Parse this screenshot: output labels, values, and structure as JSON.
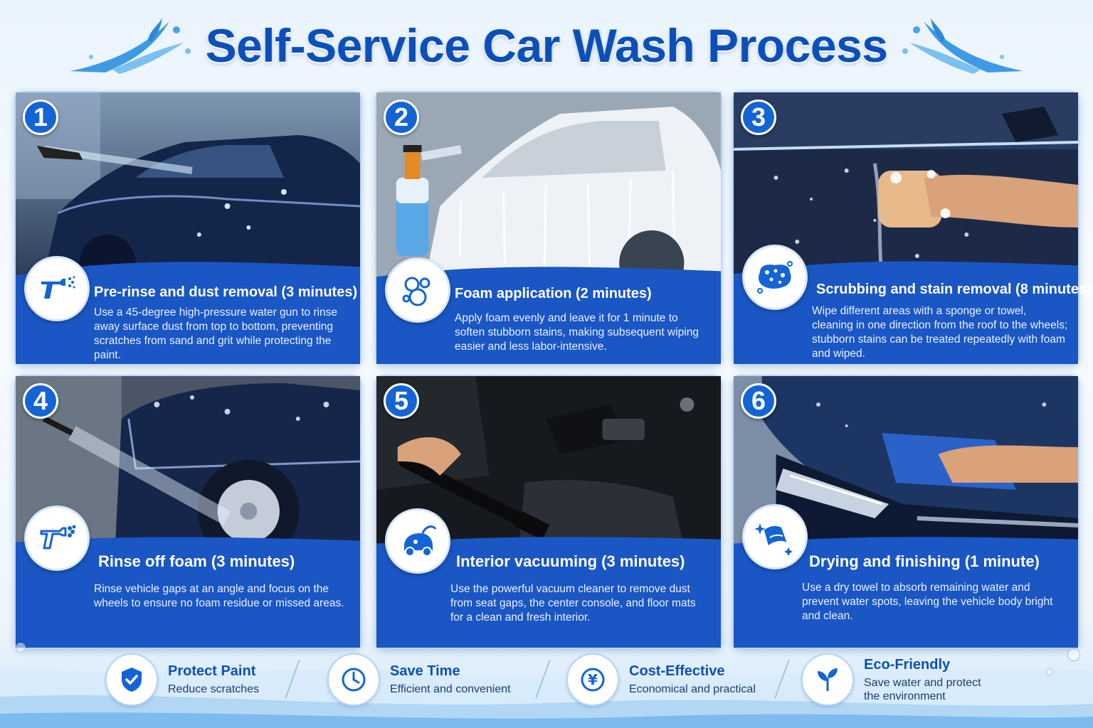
{
  "title": "Self-Service Car Wash Process",
  "colors": {
    "primary": "#0c4fb8",
    "panel": "#1a56c4",
    "accent": "#1464d6",
    "background": "#eaf4fd"
  },
  "steps": [
    {
      "number": "1",
      "title": "Pre-rinse and dust removal (3 minutes)",
      "description": "Use a 45-degree high-pressure water gun to rinse away surface dust from top to bottom, preventing scratches from sand and grit while protecting the paint.",
      "icon": "spray-gun-icon"
    },
    {
      "number": "2",
      "title": "Foam application (2 minutes)",
      "description": "Apply foam evenly and leave it for 1 minute to soften stubborn stains, making subsequent wiping easier and less labor-intensive.",
      "icon": "bubbles-icon"
    },
    {
      "number": "3",
      "title": "Scrubbing and stain removal (8 minutes)",
      "description": "Wipe different areas with a sponge or towel, cleaning in one direction from the roof to the wheels; stubborn stains can be treated repeatedly with foam and wiped.",
      "icon": "sponge-icon"
    },
    {
      "number": "4",
      "title": "Rinse off foam (3 minutes)",
      "description": "Rinse vehicle gaps at an angle and focus on the wheels to ensure no foam residue or missed areas.",
      "icon": "spray-gun-icon"
    },
    {
      "number": "5",
      "title": "Interior vacuuming (3 minutes)",
      "description": "Use the powerful vacuum cleaner to remove dust from seat gaps, the center console, and floor mats for a clean and fresh interior.",
      "icon": "vacuum-icon"
    },
    {
      "number": "6",
      "title": "Drying and finishing (1 minute)",
      "description": "Use a dry towel to absorb remaining water and prevent water spots, leaving the vehicle body bright and clean.",
      "icon": "towel-sparkle-icon"
    }
  ],
  "features": [
    {
      "title": "Protect Paint",
      "subtitle": "Reduce scratches",
      "icon": "shield-check-icon"
    },
    {
      "title": "Save Time",
      "subtitle": "Efficient and convenient",
      "icon": "clock-icon"
    },
    {
      "title": "Cost-Effective",
      "subtitle": "Economical and practical",
      "icon": "yen-coin-icon"
    },
    {
      "title": "Eco-Friendly",
      "subtitle": "Save water and protect the environment",
      "icon": "leaf-icon"
    }
  ]
}
